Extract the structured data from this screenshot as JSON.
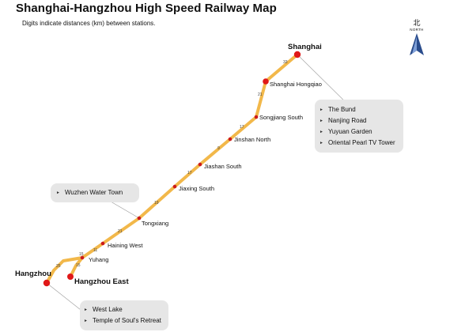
{
  "title": "Shanghai-Hangzhou High Speed Railway Map",
  "subtitle": "Digits indicate distances (km) between stations.",
  "compass": {
    "glyph": "北",
    "label": "NORTH"
  },
  "colors": {
    "line": "#f2b84a",
    "major_station": "#e01818",
    "minor_station": "#cc1a1a",
    "callout_bg": "#e6e6e6"
  },
  "stations": [
    {
      "name": "Shanghai",
      "major": true
    },
    {
      "name": "Shanghai Hongqiao",
      "major": true
    },
    {
      "name": "Songjiang South",
      "major": false
    },
    {
      "name": "Jinshan North",
      "major": false
    },
    {
      "name": "Jiashan South",
      "major": false
    },
    {
      "name": "Jiaxing South",
      "major": false
    },
    {
      "name": "Tongxiang",
      "major": false
    },
    {
      "name": "Haining West",
      "major": false
    },
    {
      "name": "Yuhang",
      "major": false
    },
    {
      "name": "Hangzhou",
      "major": true
    },
    {
      "name": "Hangzhou East",
      "major": true
    }
  ],
  "distances": [
    "33",
    "21",
    "17",
    "9",
    "17",
    "19",
    "21",
    "11",
    "15",
    "25",
    "15"
  ],
  "callouts": {
    "shanghai": [
      "The Bund",
      "Nanjing Road",
      "Yuyuan Garden",
      "Oriental Pearl TV Tower"
    ],
    "wuzhen": [
      "Wuzhen Water Town"
    ],
    "hangzhou": [
      "West Lake",
      "Temple of Soul's Retreat"
    ]
  }
}
